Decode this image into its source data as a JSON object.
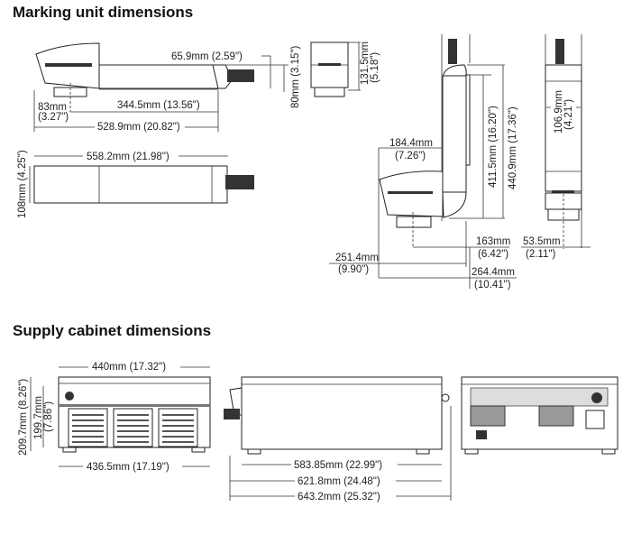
{
  "marking_unit": {
    "title": "Marking unit dimensions",
    "dims": {
      "connector_len": "65.9mm (2.59\")",
      "height_80": "80mm (3.15\")",
      "front_h_mm": "131.5mm",
      "front_h_in": "(5.18\")",
      "offset_mm": "83mm",
      "offset_in": "(3.27\")",
      "body_len": "344.5mm (13.56\")",
      "total_len": "528.9mm (20.82\")",
      "top_len": "558.2mm (21.98\")",
      "top_w": "108mm (4.25\")",
      "head_w_mm": "184.4mm",
      "head_w_in": "(7.26\")",
      "col_411": "411.5mm (16.20\")",
      "col_440": "440.9mm (17.36\")",
      "col_w_mm": "106.9mm",
      "col_w_in": "(4.21\")",
      "d163_mm": "163mm",
      "d163_in": "(6.42\")",
      "d53_mm": "53.5mm",
      "d53_in": "(2.11\")",
      "d251_mm": "251.4mm",
      "d251_in": "(9.90\")",
      "d264_mm": "264.4mm",
      "d264_in": "(10.41\")"
    }
  },
  "supply_cabinet": {
    "title": "Supply cabinet dimensions",
    "dims": {
      "width_440": "440mm (17.32\")",
      "height_209": "209.7mm (8.26\")",
      "height_199_mm": "199.7mm",
      "height_199_in": "(7.86\")",
      "width_436": "436.5mm (17.19\")",
      "len_583": "583.85mm (22.99\")",
      "len_621": "621.8mm (24.48\")",
      "len_643": "643.2mm (25.32\")"
    }
  }
}
